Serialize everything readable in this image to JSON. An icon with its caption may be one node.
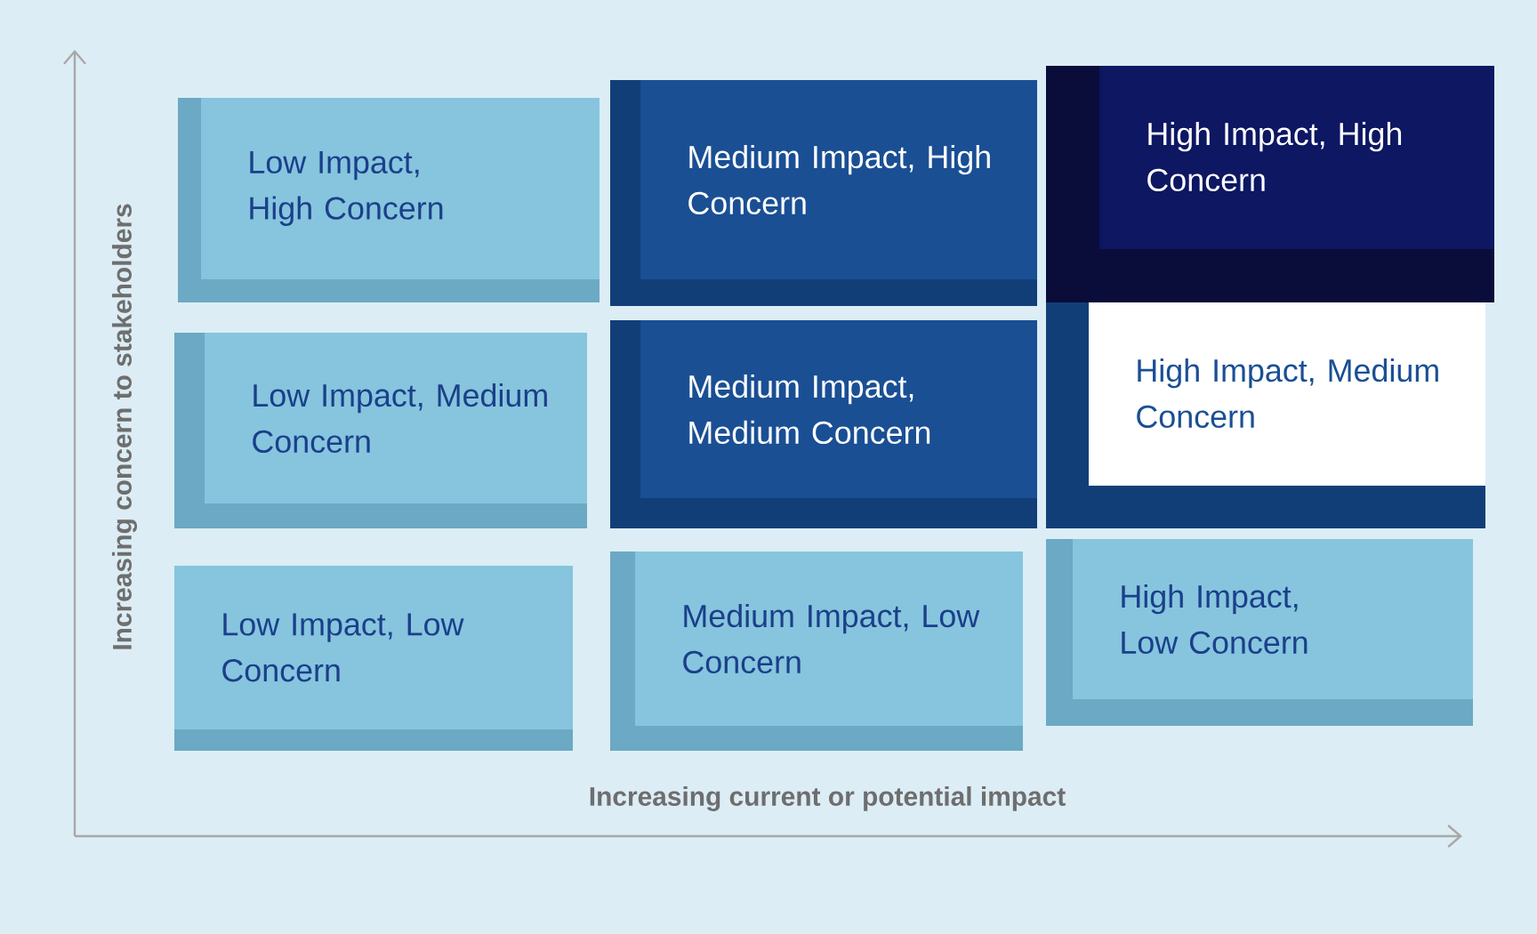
{
  "diagram": {
    "nodes": [
      {
        "text": [
          "Low Impact, High Concern"
        ]
      },
      {
        "text": [
          "Medium Impact, High Concern"
        ]
      },
      {
        "text": [
          "High Impact, High Concern"
        ]
      },
      {
        "text": [
          "Low Impact, Medium Concern"
        ]
      },
      {
        "text": [
          "Medium Impact, Medium Concern"
        ]
      },
      {
        "text": [
          "High Impact, Medium Concern"
        ]
      },
      {
        "text": [
          "Low Impact, Low Concern"
        ]
      },
      {
        "text": [
          "Medium Impact, Low Concern"
        ]
      },
      {
        "text": [
          "High Impact, Low Concern"
        ]
      }
    ],
    "labels": [
      "Increasing concern to stakeholders",
      "Increasing current or potential impact"
    ]
  }
}
